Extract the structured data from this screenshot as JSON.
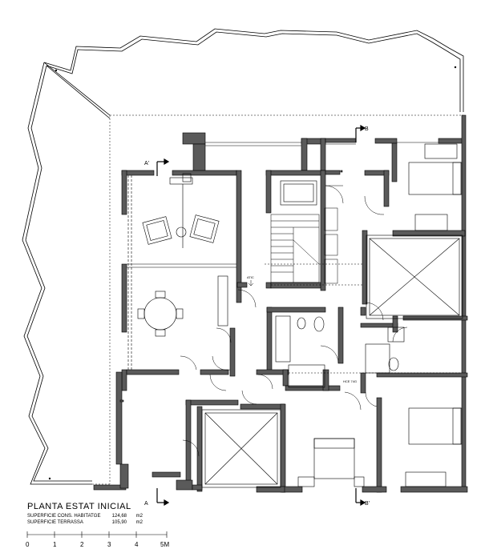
{
  "title": "PLANTA ESTAT INICIAL",
  "areas": [
    {
      "name": "SUPERFICIE CONS. HABITATGE",
      "value": "124,68",
      "unit": "m2"
    },
    {
      "name": "SUPERFICIE TERRASSA",
      "value": "105,90",
      "unit": "m2"
    }
  ],
  "scale_labels": [
    "0",
    "1",
    "2",
    "3",
    "4",
    "5M"
  ],
  "section_markers": {
    "a_top": "A'",
    "a_bottom": "A",
    "b_top": "B",
    "b_bottom": "B'"
  },
  "annotations": {
    "stair": "ATIC",
    "pipe": "HCE 74G"
  },
  "colors": {
    "wall": "#5a5a5a",
    "line": "#000000",
    "background": "#ffffff"
  }
}
